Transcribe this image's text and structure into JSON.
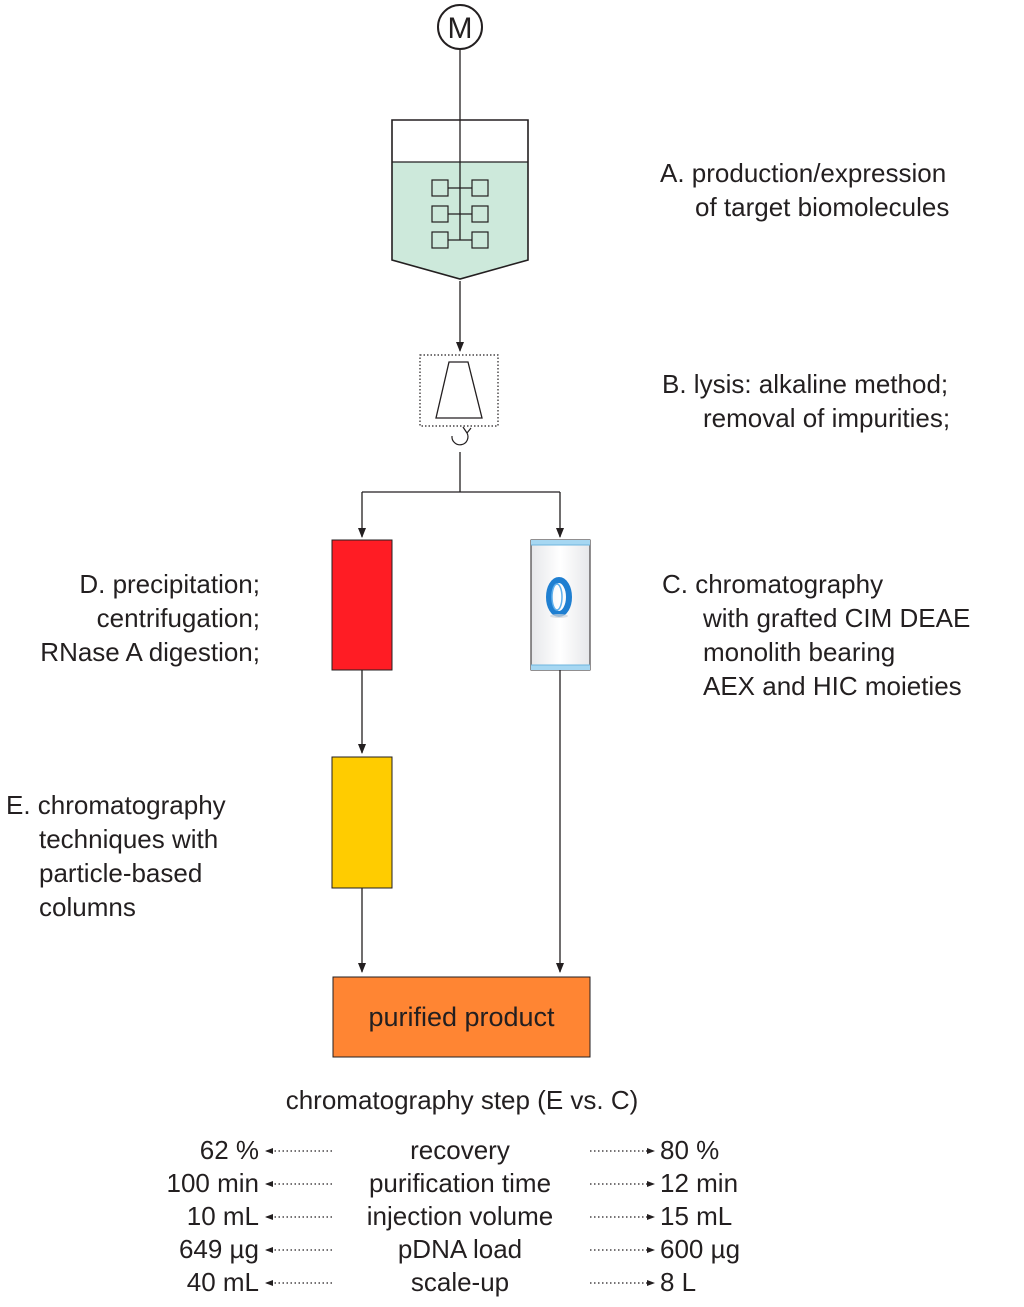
{
  "motor_symbol": "M",
  "steps": {
    "a": [
      "A. production/expression",
      "of target biomolecules"
    ],
    "b": [
      "B. lysis: alkaline method;",
      "removal of impurities;"
    ],
    "c": [
      "C. chromatography",
      "with grafted CIM DEAE",
      "monolith bearing",
      "AEX and HIC moieties"
    ],
    "d": [
      "D. precipitation;",
      "centrifugation;",
      "RNase A digestion;"
    ],
    "e": [
      "E. chromatography",
      "techniques with",
      "particle-based",
      "columns"
    ]
  },
  "product": "purified product",
  "comparison": {
    "title": "chromatography step (E vs. C)",
    "rows": [
      {
        "left": "62 %",
        "metric": "recovery",
        "right": "80 %"
      },
      {
        "left": "100 min",
        "metric": "purification time",
        "right": "12 min"
      },
      {
        "left": "10 mL",
        "metric": "injection volume",
        "right": "15 mL"
      },
      {
        "left": "649 µg",
        "metric": "pDNA load",
        "right": "600 µg"
      },
      {
        "left": "40 mL",
        "metric": "scale-up",
        "right": "8 L"
      }
    ]
  },
  "colors": {
    "liquid": "#cde9db",
    "precipitation_block": "#ff1c24",
    "particle_column_block": "#ffcc00",
    "product_block": "#ff8533",
    "monolith_ring": "#1f7fd1",
    "monolith_caps": "#a6d7f2"
  }
}
